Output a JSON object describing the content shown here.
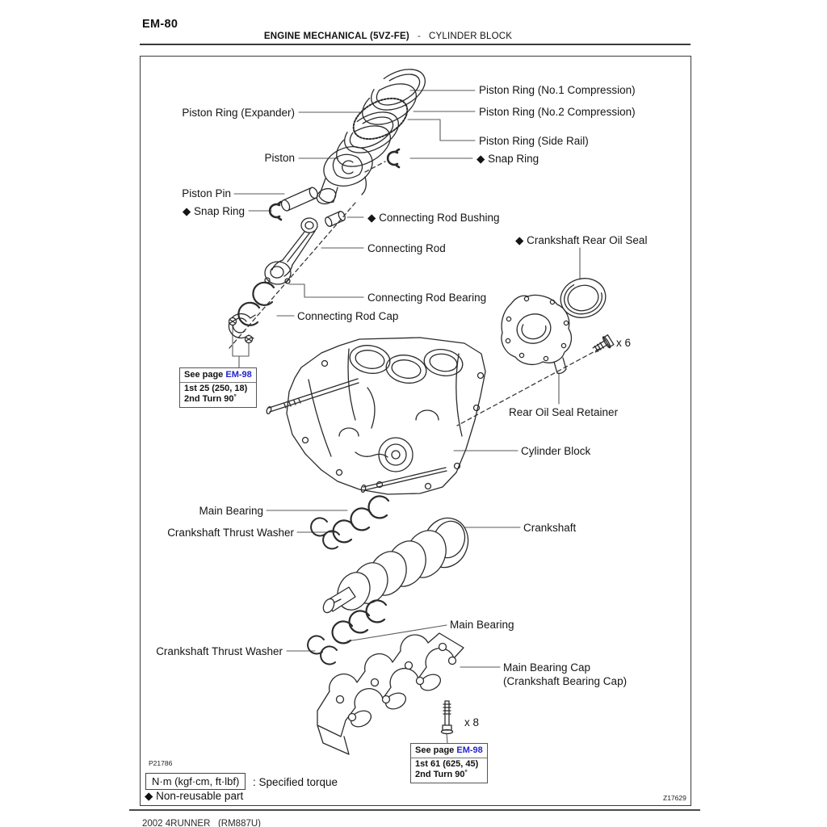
{
  "header": {
    "page_number": "EM-80",
    "title_bold": "ENGINE MECHANICAL (5VZ-FE)",
    "title_sep": "-",
    "title_section": "CYLINDER BLOCK"
  },
  "callouts": [
    {
      "text": "Piston Ring (No.1 Compression)"
    },
    {
      "text": "Piston Ring (Expander)"
    },
    {
      "text": "Piston Ring (No.2 Compression)"
    },
    {
      "text": "Piston Ring (Side Rail)"
    },
    {
      "text": "Piston"
    },
    {
      "text": "◆ Snap Ring"
    },
    {
      "text": "Piston Pin"
    },
    {
      "text": "◆ Snap Ring"
    },
    {
      "text": "◆ Connecting Rod Bushing"
    },
    {
      "text": "Connecting Rod"
    },
    {
      "text": "◆ Crankshaft Rear Oil Seal"
    },
    {
      "text": "Connecting Rod Bearing"
    },
    {
      "text": "Connecting Rod Cap"
    },
    {
      "text": "x 6"
    },
    {
      "text": "Rear Oil Seal Retainer"
    },
    {
      "text": "Cylinder Block"
    },
    {
      "text": "Main Bearing"
    },
    {
      "text": "Crankshaft Thrust Washer"
    },
    {
      "text": "Crankshaft"
    },
    {
      "text": "Main Bearing"
    },
    {
      "text": "Crankshaft Thrust Washer"
    },
    {
      "text": "Main Bearing Cap"
    },
    {
      "text": "(Crankshaft Bearing Cap)"
    },
    {
      "text": "x 8"
    }
  ],
  "torque_boxes": [
    {
      "see_page": "See page",
      "page_link": "EM-98",
      "torque": "1st 25 (250, 18)",
      "turn": "2nd Turn 90˚"
    },
    {
      "see_page": "See page",
      "page_link": "EM-98",
      "torque": "1st 61 (625, 45)",
      "turn": "2nd Turn 90˚"
    }
  ],
  "legend": {
    "torque_symbol": "N·m (kgf·cm, ft·lbf)",
    "torque_meaning": ": Specified torque",
    "nonreusable": "◆ Non-reusable part"
  },
  "figure": {
    "code_left": "P21786",
    "code_right": "Z17629"
  },
  "footer": {
    "text": "2002 4RUNNER   (RM887U)"
  },
  "colors": {
    "link_blue": "#2323cc",
    "ink": "#151515"
  }
}
